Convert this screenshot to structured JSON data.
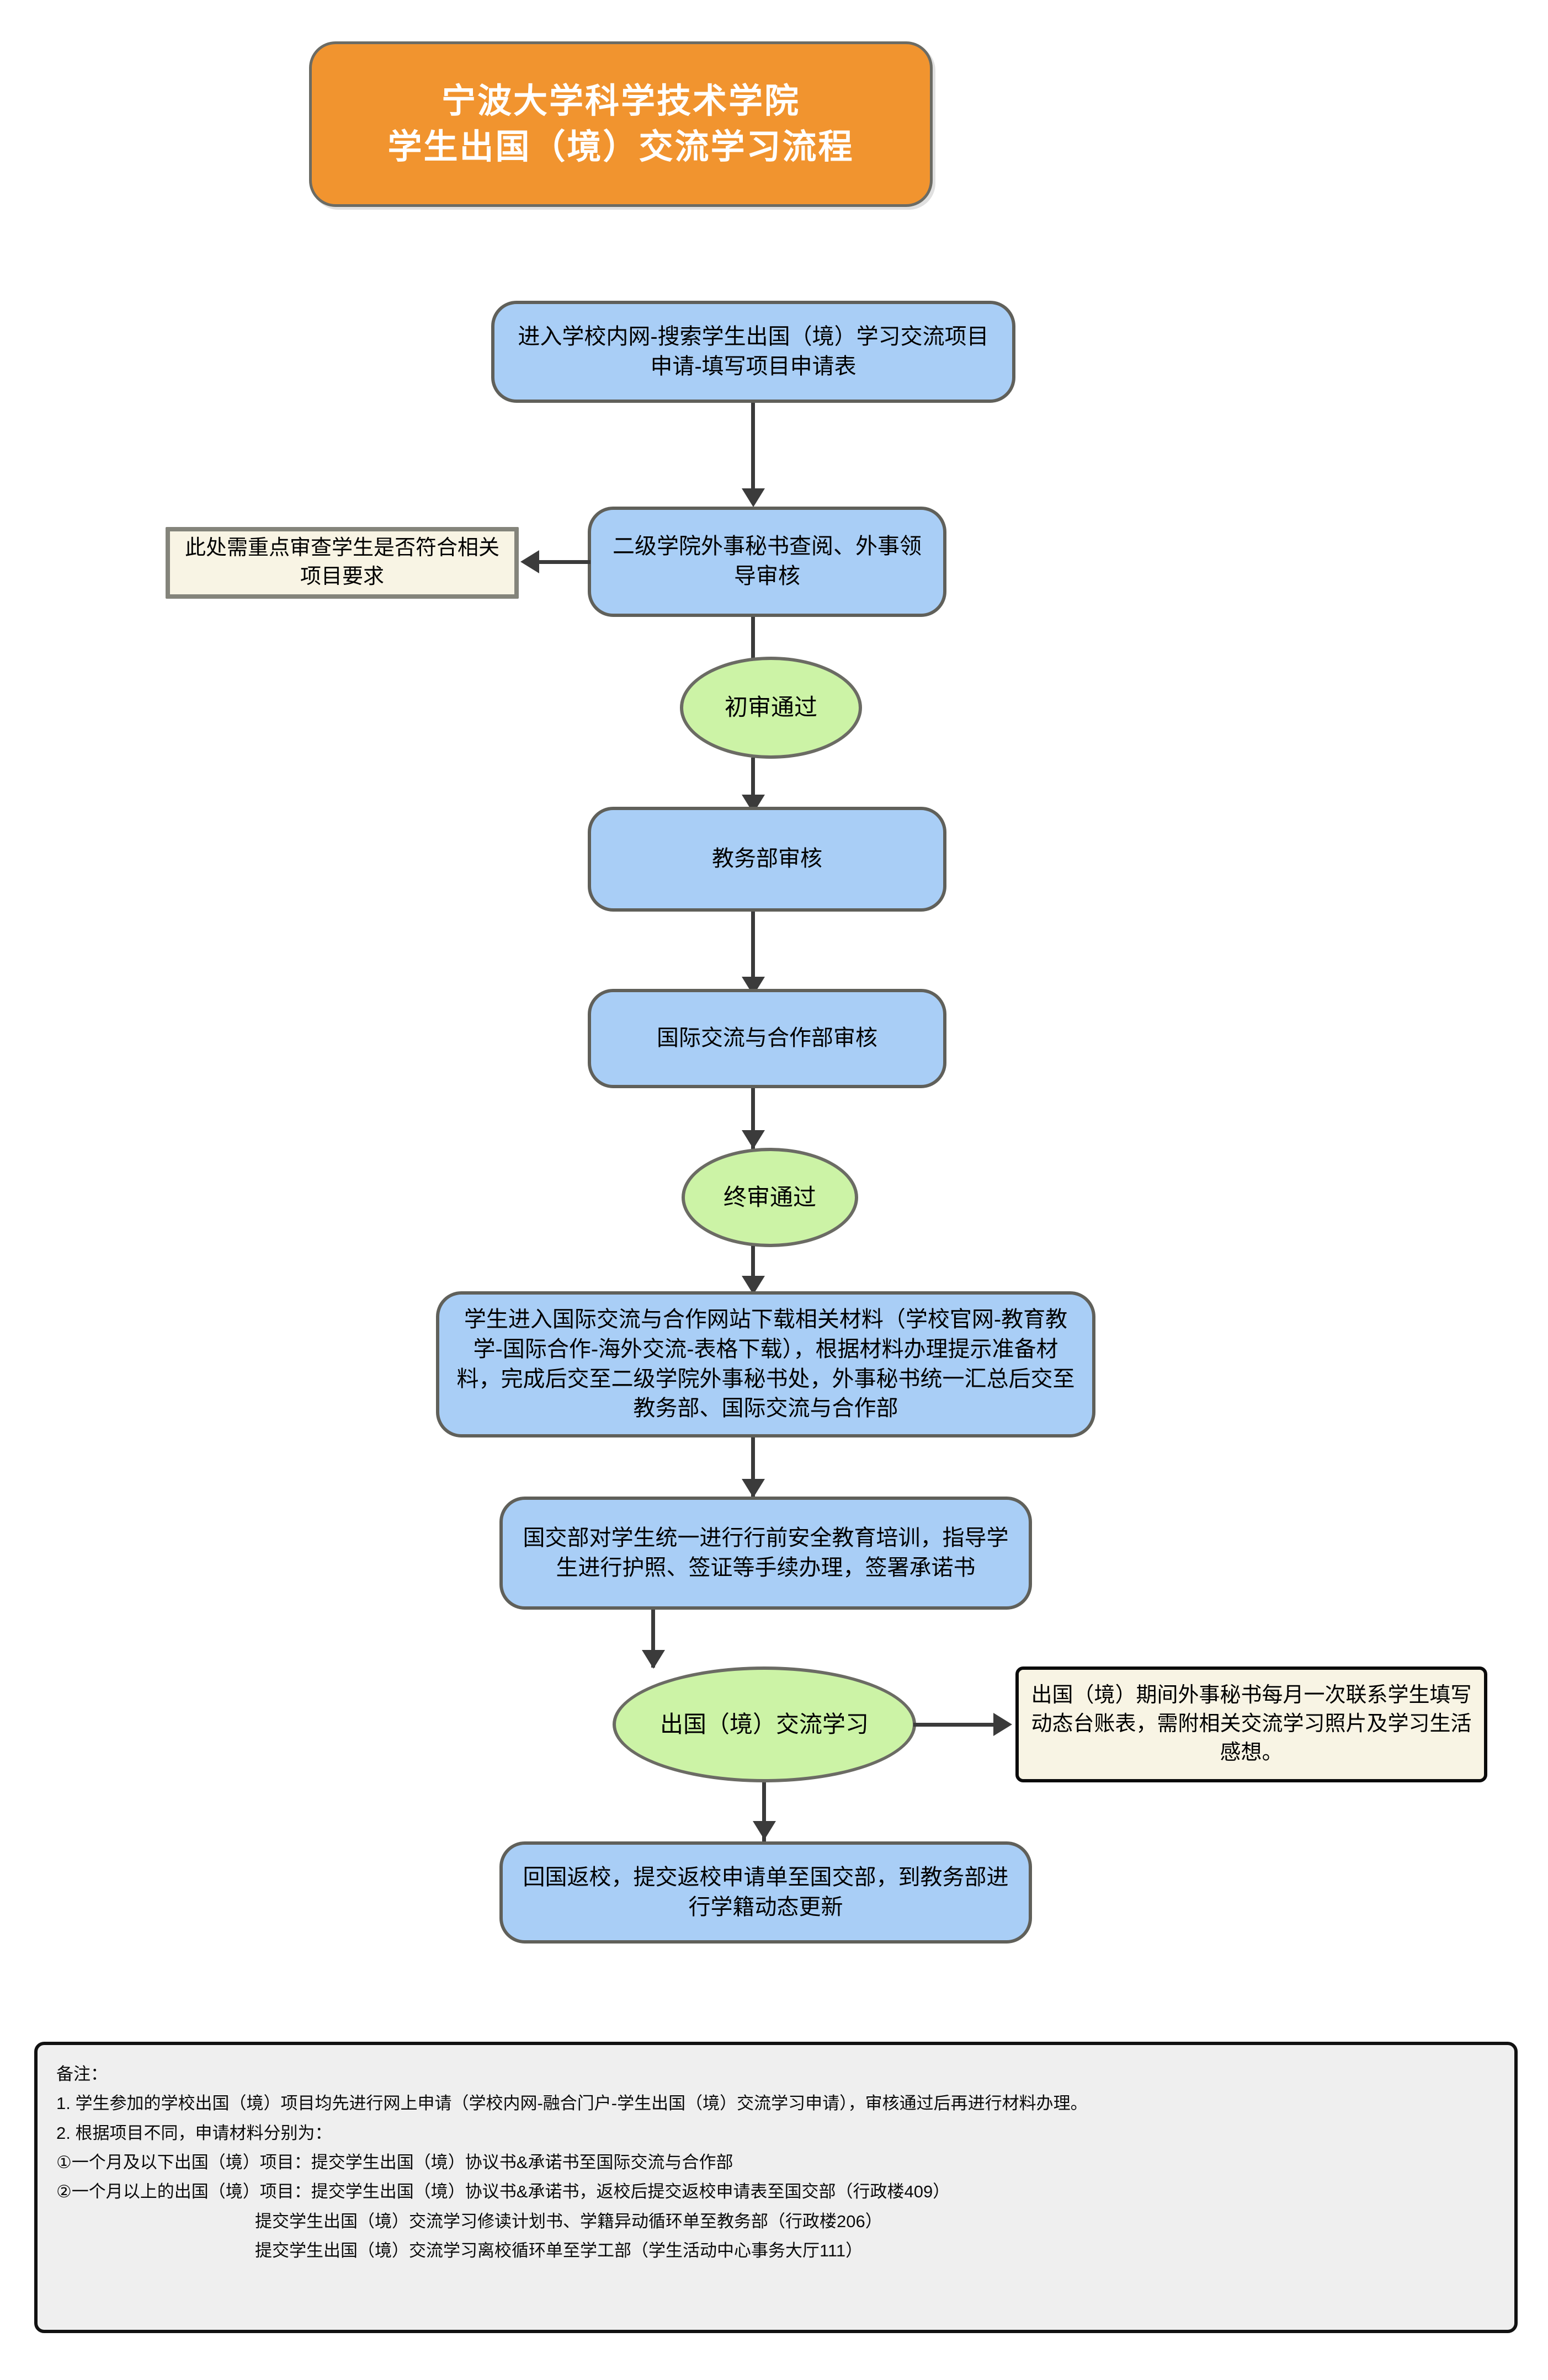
{
  "title": {
    "line1": "宁波大学科学技术学院",
    "line2": "学生出国（境）交流学习流程",
    "bg_color": "#F1942F",
    "text_color": "#FFFFFF"
  },
  "colors": {
    "process_fill": "#A9CEF6",
    "process_border": "#60605A",
    "decision_fill": "#CCF3A6",
    "note_fill": "#F8F4E4",
    "note_border_gray": "#84847B",
    "note_border_black": "#0B0B0B",
    "footer_fill": "#EFEFEF",
    "connector": "#3B3B3B"
  },
  "flow": {
    "step1": "进入学校内网-搜索学生出国（境）学习交流项目申请-填写项目申请表",
    "step2": "二级学院外事秘书查阅、外事领导审核",
    "note_left": "此处需重点审查学生是否符合相关项目要求",
    "gate1": "初审通过",
    "step3": "教务部审核",
    "step4": "国际交流与合作部审核",
    "gate2": "终审通过",
    "step5": "学生进入国际交流与合作网站下载相关材料（学校官网-教育教学-国际合作-海外交流-表格下载），根据材料办理提示准备材料，完成后交至二级学院外事秘书处，外事秘书统一汇总后交至教务部、国际交流与合作部",
    "step6": "国交部对学生统一进行行前安全教育培训，指导学生进行护照、签证等手续办理，签署承诺书",
    "gate3": "出国（境）交流学习",
    "note_right": "出国（境）期间外事秘书每月一次联系学生填写动态台账表，需附相关交流学习照片及学习生活感想。",
    "step7": "回国返校，提交返校申请单至国交部，到教务部进行学籍动态更新"
  },
  "footer": {
    "heading": "备注：",
    "line1": "1. 学生参加的学校出国（境）项目均先进行网上申请（学校内网-融合门户-学生出国（境）交流学习申请），审核通过后再进行材料办理。",
    "line2": "2. 根据项目不同，申请材料分别为：",
    "line3": "①一个月及以下出国（境）项目：提交学生出国（境）协议书&承诺书至国际交流与合作部",
    "line4": "②一个月以上的出国（境）项目：提交学生出国（境）协议书&承诺书，返校后提交返校申请表至国交部（行政楼409）",
    "line5": "提交学生出国（境）交流学习修读计划书、学籍异动循环单至教务部（行政楼206）",
    "line6": "提交学生出国（境）交流学习离校循环单至学工部（学生活动中心事务大厅111）"
  }
}
